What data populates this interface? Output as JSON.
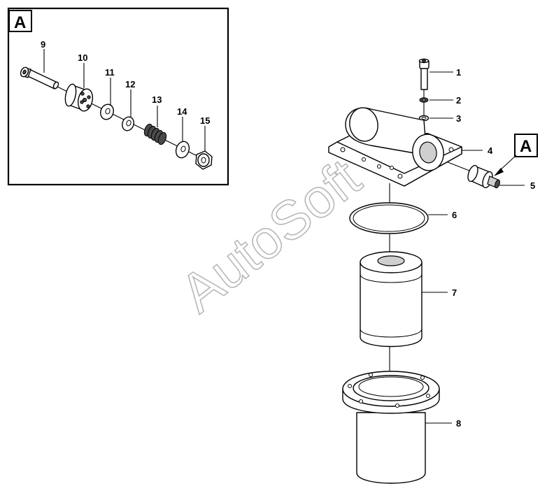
{
  "diagram": {
    "detail_label": "A",
    "callout_label": "A",
    "watermark": "AutoSoft",
    "parts": [
      {
        "id": "1",
        "label": "1"
      },
      {
        "id": "2",
        "label": "2"
      },
      {
        "id": "3",
        "label": "3"
      },
      {
        "id": "4",
        "label": "4"
      },
      {
        "id": "5",
        "label": "5"
      },
      {
        "id": "6",
        "label": "6"
      },
      {
        "id": "7",
        "label": "7"
      },
      {
        "id": "8",
        "label": "8"
      },
      {
        "id": "9",
        "label": "9"
      },
      {
        "id": "10",
        "label": "10"
      },
      {
        "id": "11",
        "label": "11"
      },
      {
        "id": "12",
        "label": "12"
      },
      {
        "id": "13",
        "label": "13"
      },
      {
        "id": "14",
        "label": "14"
      },
      {
        "id": "15",
        "label": "15"
      }
    ]
  }
}
